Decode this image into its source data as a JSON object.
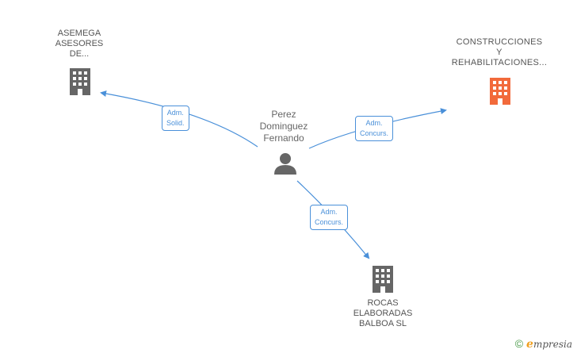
{
  "nodes": {
    "person": {
      "lines": [
        "Perez",
        "Dominguez",
        "Fernando"
      ],
      "icon": "person-icon",
      "color": "#666666"
    },
    "asemega": {
      "lines": [
        "ASEMEGA",
        "ASESORES",
        "DE..."
      ],
      "icon": "building-icon",
      "color": "#666666"
    },
    "construcciones": {
      "lines": [
        "CONSTRUCCIONES",
        "Y",
        "REHABILITACIONES..."
      ],
      "icon": "building-icon",
      "color": "#f26a3b"
    },
    "rocas": {
      "lines": [
        "ROCAS",
        "ELABORADAS",
        "BALBOA SL"
      ],
      "icon": "building-icon",
      "color": "#666666"
    }
  },
  "edges": {
    "to_asemega": {
      "lines": [
        "Adm.",
        "Solid."
      ]
    },
    "to_construcciones": {
      "lines": [
        "Adm.",
        "Concurs."
      ]
    },
    "to_rocas": {
      "lines": [
        "Adm.",
        "Concurs."
      ]
    }
  },
  "edge_color": "#4a90d9",
  "footer": {
    "copyright": "©",
    "brand_initial": "e",
    "brand_rest": "mpresia"
  }
}
